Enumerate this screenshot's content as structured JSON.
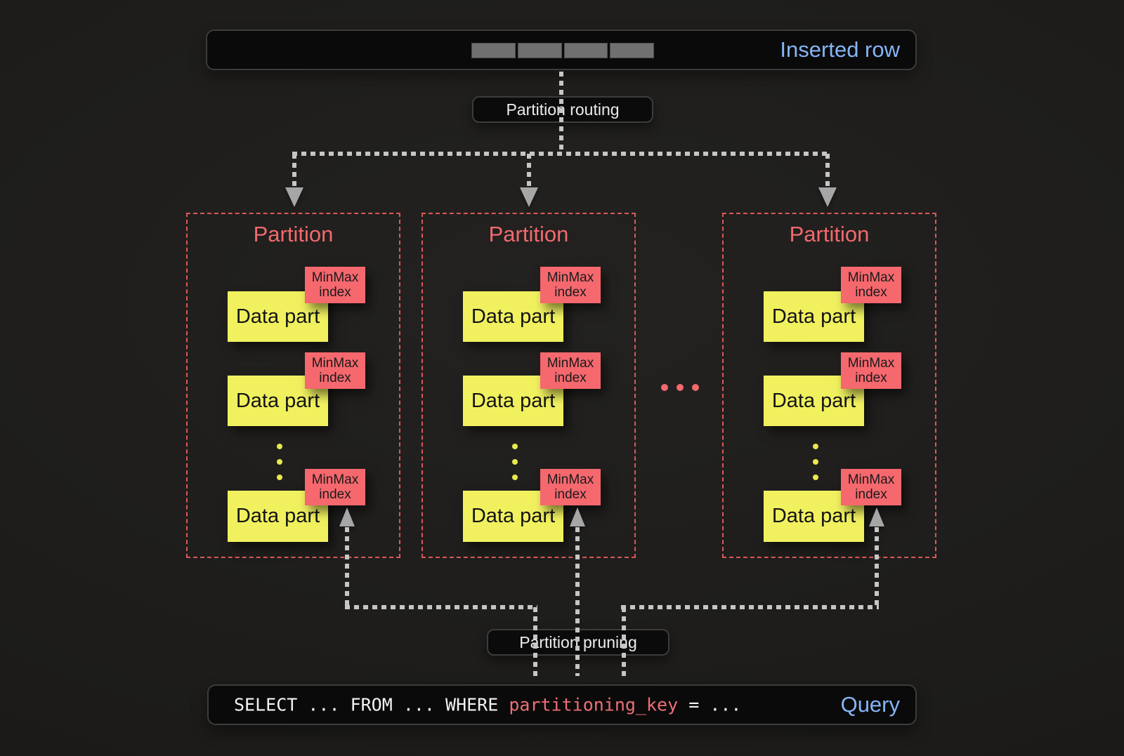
{
  "top_bar": {
    "label": "Inserted row",
    "segment_count": 4
  },
  "routing": {
    "label": "Partition routing"
  },
  "pruning": {
    "label": "Partition pruning"
  },
  "partitions": [
    {
      "title": "Partition",
      "parts": [
        {
          "label": "Data part",
          "index_label": "MinMax index"
        },
        {
          "label": "Data part",
          "index_label": "MinMax index"
        },
        {
          "label": "Data part",
          "index_label": "MinMax index"
        }
      ]
    },
    {
      "title": "Partition",
      "parts": [
        {
          "label": "Data part",
          "index_label": "MinMax index"
        },
        {
          "label": "Data part",
          "index_label": "MinMax index"
        },
        {
          "label": "Data part",
          "index_label": "MinMax index"
        }
      ]
    },
    {
      "title": "Partition",
      "parts": [
        {
          "label": "Data part",
          "index_label": "MinMax index"
        },
        {
          "label": "Data part",
          "index_label": "MinMax index"
        },
        {
          "label": "Data part",
          "index_label": "MinMax index"
        }
      ]
    }
  ],
  "query_bar": {
    "sql": {
      "prefix": "SELECT ... FROM ... WHERE ",
      "highlight": "partitioning_key",
      "suffix": " = ..."
    },
    "label": "Query"
  },
  "icons": {
    "row_segments": "inserted-row-cells-icon",
    "more_parts": "vertical-ellipsis-icon",
    "more_partitions": "horizontal-ellipsis-icon",
    "arrows": "dotted-arrow"
  },
  "colors": {
    "background": "#1d1c1a",
    "accent-blue": "#85b5f8",
    "accent-red": "#f2696e",
    "partition-border-red": "#d95858",
    "data-part-yellow": "#f1f160",
    "minmax-red": "#f5686e",
    "dot-yellow": "#eae94e",
    "connector-gray": "#c6c6c6",
    "arrow-gray": "#a6a6a6",
    "segment-gray": "#707070",
    "sql-red": "#ee6e76"
  }
}
